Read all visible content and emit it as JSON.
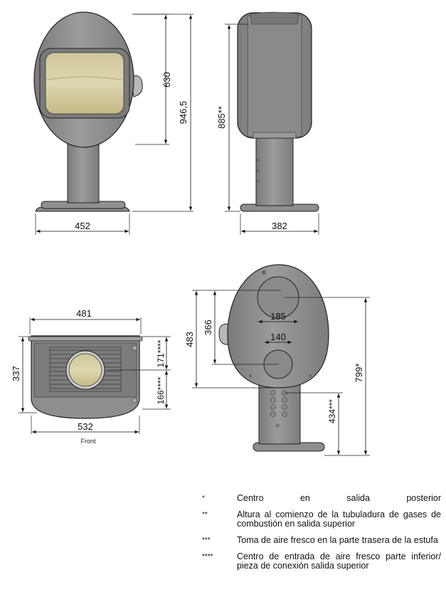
{
  "colors": {
    "body": "#8e8e8e",
    "body_light": "#a4a4a4",
    "body_dark": "#6d6d6d",
    "glass": "#d8d1a8",
    "glass_dark": "#b8af7e",
    "line": "#222222"
  },
  "views": {
    "front": {
      "height_body": "630",
      "height_total": "946,5",
      "width": "452"
    },
    "side": {
      "height_flue": "885**",
      "width": "382"
    },
    "top": {
      "depth": "481",
      "depth_left": "337",
      "dim_171": "171****",
      "dim_166": "166****",
      "width": "532",
      "caption": "Front"
    },
    "rear": {
      "d_185": "185",
      "h_366": "366",
      "d_140": "140",
      "h_483": "483",
      "h_799": "799*",
      "h_434": "434***"
    }
  },
  "notes": [
    {
      "mark": "*",
      "text": "Centro en salida posterior"
    },
    {
      "mark": "**",
      "text": "Altura al comienzo de la tubuladura de gases de combustión en salida superior"
    },
    {
      "mark": "***",
      "text": "Toma de aire fresco en la parte trasera de la estufa"
    },
    {
      "mark": "****",
      "text": "Centro de entrada de aire fresco parte inferior/ pieza de conexión salida superior"
    }
  ]
}
